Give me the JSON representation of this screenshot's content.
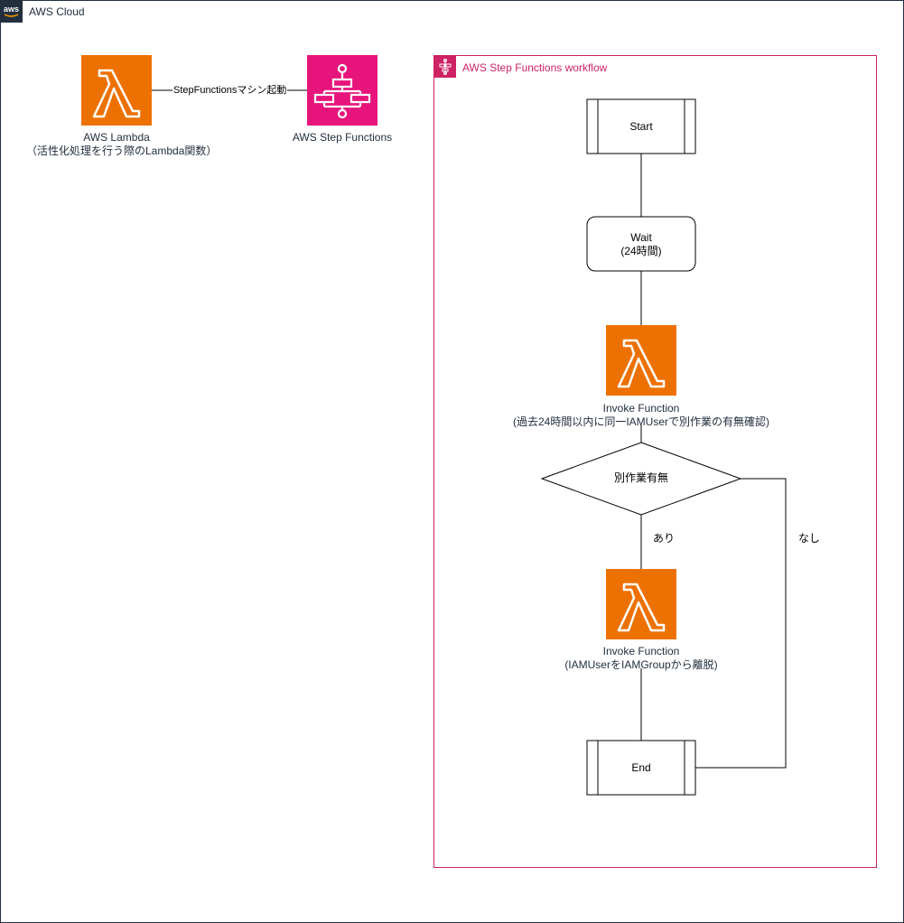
{
  "aws_cloud": {
    "title": "AWS Cloud",
    "logo_text": "aws"
  },
  "lambda_trigger": {
    "line1": "AWS Lambda",
    "line2": "（活性化処理を行う際のLambda関数）"
  },
  "edge_start": {
    "label": "StepFunctionsマシン起動"
  },
  "step_functions": {
    "label": "AWS Step Functions"
  },
  "workflow": {
    "title": "AWS Step Functions workflow",
    "start": "Start",
    "wait": {
      "line1": "Wait",
      "line2": "(24時間)"
    },
    "invoke1": {
      "line1": "Invoke Function",
      "line2": "(過去24時間以内に同一IAMUserで別作業の有無確認)"
    },
    "decision": "別作業有無",
    "branch_yes": "あり",
    "branch_no": "なし",
    "invoke2": {
      "line1": "Invoke Function",
      "line2": "(IAMUserをIAMGroupから離脱)"
    },
    "end": "End"
  },
  "colors": {
    "lambda": "#ed7100",
    "step_functions": "#e7157b",
    "workflow_border": "#cd2264",
    "cloud": "#232f3e"
  }
}
